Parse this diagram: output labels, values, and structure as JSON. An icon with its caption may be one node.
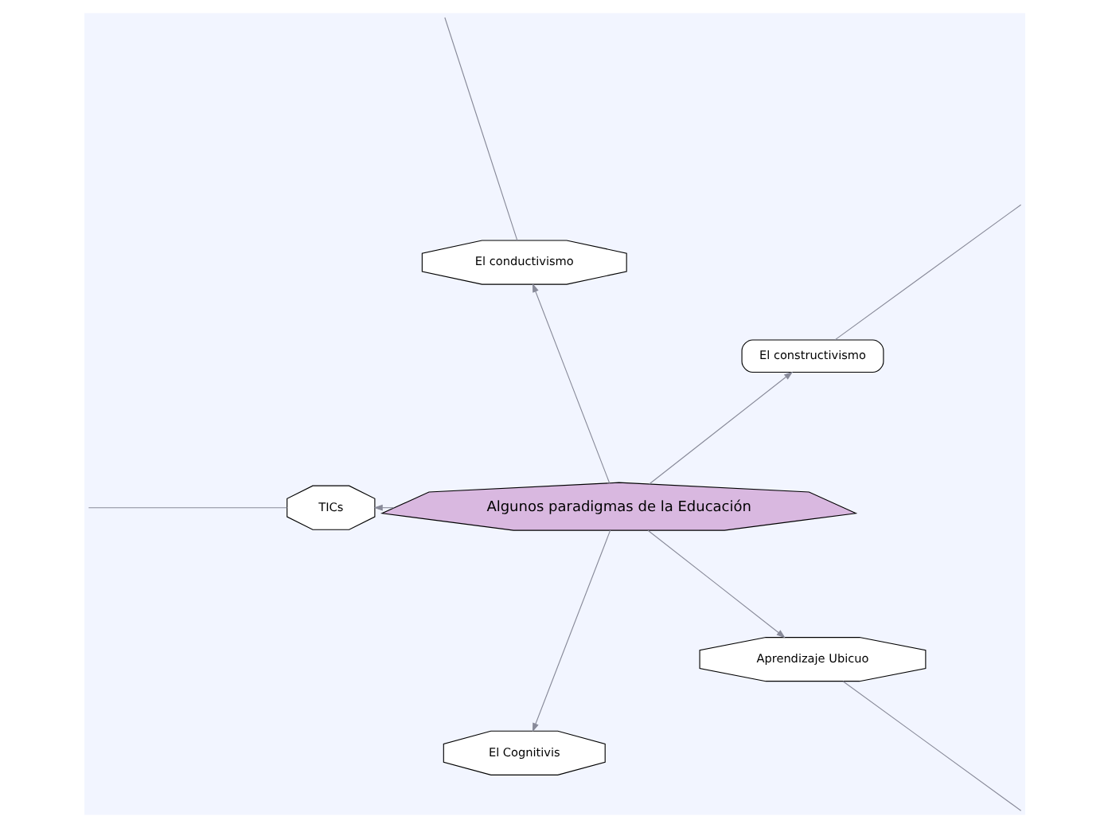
{
  "diagram": {
    "nodes": [
      {
        "text": [
          "Algunos paradigmas de la Educación"
        ]
      },
      {
        "text": [
          "El constructivismo"
        ]
      },
      {
        "text": [
          "El conductivismo"
        ]
      },
      {
        "text": [
          "TICs"
        ]
      },
      {
        "text": [
          "El Cognitivis"
        ]
      },
      {
        "text": [
          "Aprendizaje Ubicuo"
        ]
      }
    ],
    "edges": [
      {
        "from": 0,
        "to": 1,
        "arrow": "to"
      },
      {
        "from": 0,
        "to": 2,
        "arrow": "to"
      },
      {
        "from": 0,
        "to": 3,
        "arrow": "to"
      },
      {
        "from": 0,
        "to": 4,
        "arrow": "to"
      },
      {
        "from": 0,
        "to": 5,
        "arrow": "to"
      },
      {
        "from": 1,
        "to": null,
        "arrow": "none"
      },
      {
        "from": 2,
        "to": null,
        "arrow": "none"
      },
      {
        "from": 3,
        "to": null,
        "arrow": "none"
      },
      {
        "from": 5,
        "to": null,
        "arrow": "none"
      }
    ]
  }
}
